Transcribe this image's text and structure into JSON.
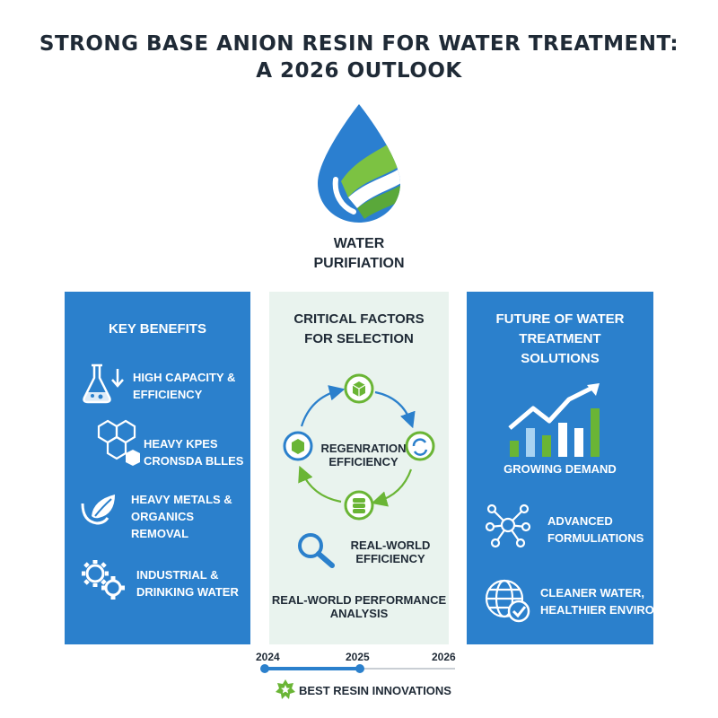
{
  "title": {
    "line1": "STRONG BASE ANION RESIN FOR WATER TREATMENT:",
    "line2": "A 2026 OUTLOOK"
  },
  "hero": {
    "icon": "water-drop-icon",
    "label_line1": "WATER",
    "label_line2": "PURIFIATION"
  },
  "colors": {
    "panel_blue": "#2b80cc",
    "panel_mint": "#e9f3ee",
    "accent_green": "#6ab535"
  },
  "left_panel": {
    "heading": "KEY BENEFITS",
    "items": [
      {
        "icon": "flask-icon",
        "line1": "HIGH CAPACITY &",
        "line2": "EFFICIENCY"
      },
      {
        "icon": "hexagon-molecule-icon",
        "line1": "HEAVY KPES",
        "line2": "CRONSDA BLLES"
      },
      {
        "icon": "leaf-hand-icon",
        "line1": "HEAVY METALS &",
        "line2": "ORGANICS REMOVAL"
      },
      {
        "icon": "gears-icon",
        "line1": "INDUSTRIAL &",
        "line2": "DRINKING WATER"
      }
    ]
  },
  "mid_panel": {
    "heading_line1": "CRITICAL FACTORS",
    "heading_line2": "FOR SELECTION",
    "cycle_line1": "REGENRATION",
    "cycle_line2": "EFFICIENCY",
    "search_line1": "REAL-WORLD",
    "search_line2": "EFFICIENCY",
    "footer_line1": "REAL-WORLD PERFORMANCE",
    "footer_line2": "ANALYSIS"
  },
  "right_panel": {
    "heading_line1": "FUTURE OF WATER",
    "heading_line2": "TREATMENT",
    "heading_line3": "SOLUTIONS",
    "chart_label": "GROWING DEMAND",
    "items": [
      {
        "icon": "network-icon",
        "line1": "ADVANCED",
        "line2": "FORMULIATIONS"
      },
      {
        "icon": "globe-check-icon",
        "line1": "CLEANER WATER,",
        "line2": "HEALTHIER ENVIRONMENT"
      }
    ]
  },
  "timeline": {
    "years": [
      "2024",
      "2025",
      "2026"
    ],
    "progress": 0.5,
    "badge_icon": "star-badge-icon",
    "badge_text": "BEST RESIN INNOVATIONS"
  }
}
